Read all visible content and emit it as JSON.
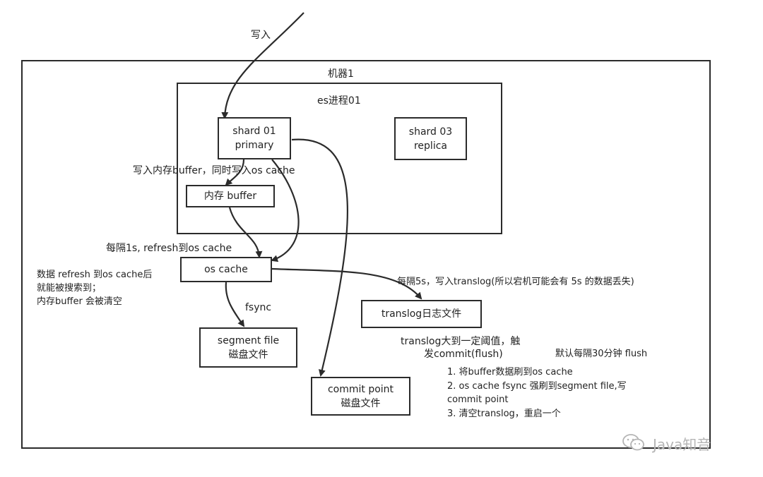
{
  "diagram": {
    "write_in_label": "写入",
    "machine_label": "机器1",
    "process_label": "es进程01",
    "shard_primary": {
      "line1": "shard 01",
      "line2": "primary"
    },
    "shard_replica": {
      "line1": "shard 03",
      "line2": "replica"
    },
    "write_buffer_label": "写入内存buffer，同时写入os cache",
    "mem_buffer": "内存 buffer",
    "refresh_label": "每隔1s, refresh到os cache",
    "os_cache": "os cache",
    "refresh_note": [
      "数据 refresh 到os cache后",
      "就能被搜索到；",
      "内存buffer 会被清空"
    ],
    "fsync_label": "fsync",
    "segment_file": {
      "line1": "segment file",
      "line2": "磁盘文件"
    },
    "translog_write_label": "每隔5s，写入translog(所以宕机可能会有 5s 的数据丢失)",
    "translog_file": "translog日志文件",
    "commit_trigger": {
      "line1": "translog大到一定阈值，触",
      "line2": "发commit(flush)"
    },
    "default_flush": "默认每隔30分钟 flush",
    "commit_steps": [
      "1. 将buffer数据刷到os cache",
      "2. os cache fsync 强刷到segment file,写",
      "commit point",
      "3. 清空translog，重启一个"
    ],
    "commit_point": {
      "line1": "commit point",
      "line2": "磁盘文件"
    }
  },
  "watermark": {
    "text": "Java知音",
    "icon": "wechat-icon"
  },
  "colors": {
    "stroke": "#2b2b2b",
    "text": "#222222",
    "watermark": "#b5b5b5"
  }
}
